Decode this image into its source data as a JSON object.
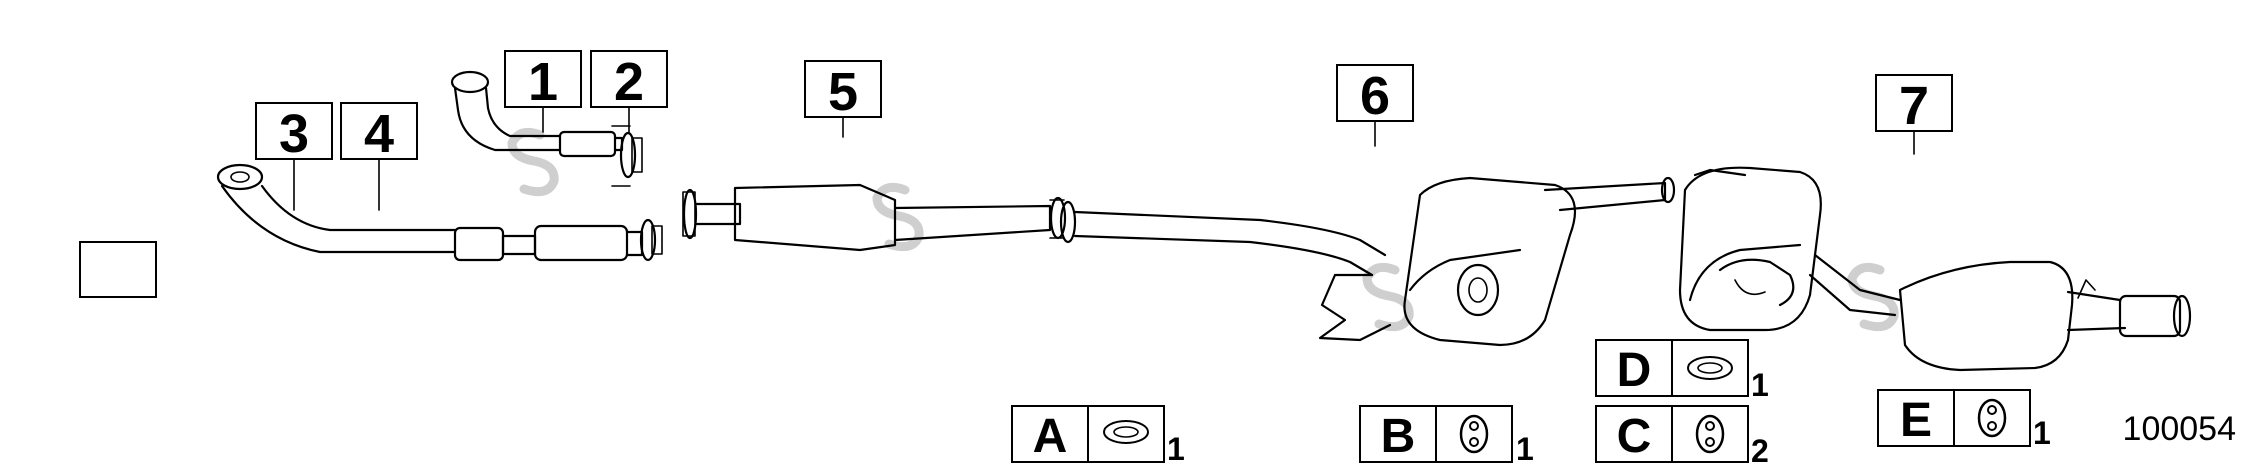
{
  "callouts": {
    "c1": "1",
    "c2": "2",
    "c3": "3",
    "c4": "4",
    "c5": "5",
    "c6": "6",
    "c7": "7"
  },
  "legend": {
    "A": {
      "letter": "A",
      "qty": "1",
      "part": "ring-gasket"
    },
    "B": {
      "letter": "B",
      "qty": "1",
      "part": "rubber-hanger"
    },
    "C": {
      "letter": "C",
      "qty": "2",
      "part": "rubber-hanger"
    },
    "D": {
      "letter": "D",
      "qty": "1",
      "part": "ring-gasket"
    },
    "E": {
      "letter": "E",
      "qty": "1",
      "part": "rubber-hanger"
    }
  },
  "diagram_id": "100054"
}
